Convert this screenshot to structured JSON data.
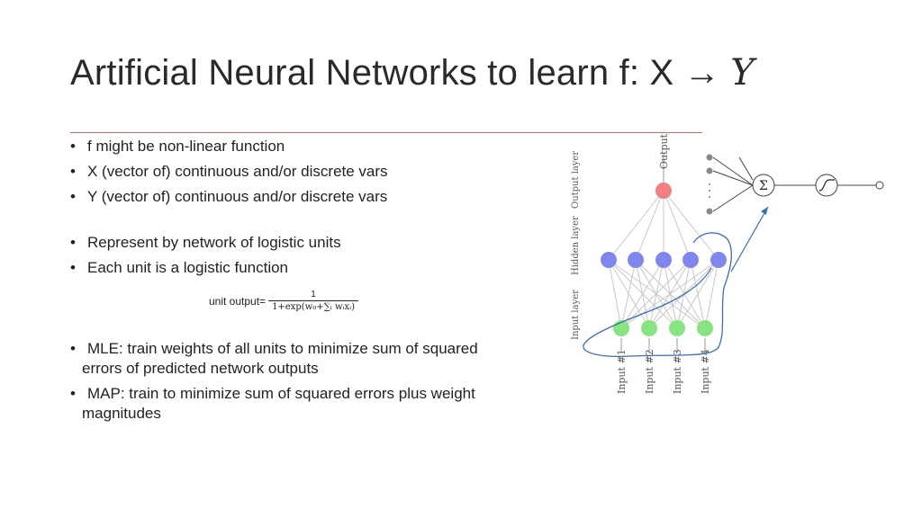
{
  "title": {
    "text": "Artificial Neural Networks to learn f: X → ",
    "var": "Y"
  },
  "bullets_group1": [
    "f might be non-linear function",
    "X (vector of) continuous and/or discrete vars",
    "Y (vector of) continuous and/or discrete vars"
  ],
  "bullets_group2": [
    "Represent by network of logistic units",
    "Each unit is a logistic function"
  ],
  "formula": {
    "label": "unit output=",
    "numerator": "1",
    "denominator": "1+exp(w₀+∑ᵢ  wᵢxᵢ)"
  },
  "bullets_group3": [
    {
      "line1": "MLE: train weights of all units to minimize sum of squared",
      "line2": "errors of predicted network outputs"
    },
    {
      "line1": "MAP: train to minimize sum of squared errors plus weight",
      "line2": "magnitudes"
    }
  ],
  "diagram": {
    "output_axis_label": "Output",
    "layer_labels": [
      "Output layer",
      "Hidden layer",
      "Input layer"
    ],
    "input_labels": [
      "Input #1",
      "Input #2",
      "Input #3",
      "Input #4"
    ],
    "sigma_symbol": "Σ",
    "node_colors": {
      "output": "#f28080",
      "hidden": "#7f86ee",
      "input": "#86e57e",
      "annotation": "#3a6fc0"
    }
  }
}
